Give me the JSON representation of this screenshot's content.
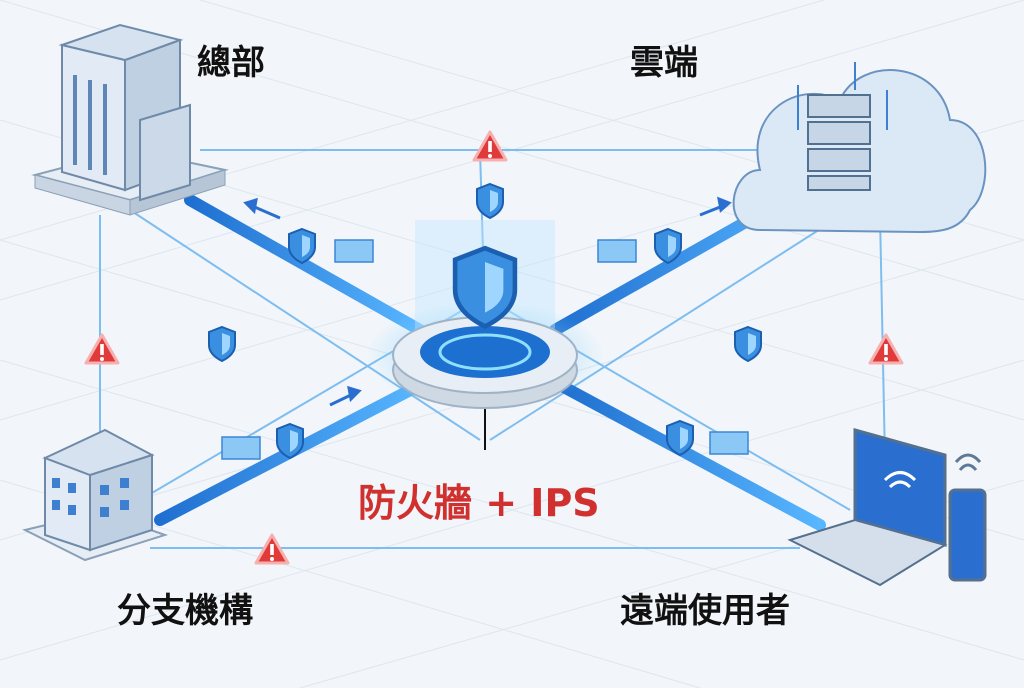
{
  "nodes": {
    "hq": {
      "label": "總部",
      "icon": "office-building-icon"
    },
    "cloud": {
      "label": "雲端",
      "icon": "cloud-server-icon"
    },
    "branch": {
      "label": "分支機構",
      "icon": "branch-building-icon"
    },
    "remote": {
      "label": "遠端使用者",
      "icon": "laptop-phone-icon"
    }
  },
  "center": {
    "label": "防火牆 + IPS",
    "icon": "shield-hub-icon"
  },
  "colors": {
    "accent": "#2a7fd8",
    "warning": "#e03a3a",
    "label_red": "#d0302e",
    "line": "#6fb3ea"
  }
}
